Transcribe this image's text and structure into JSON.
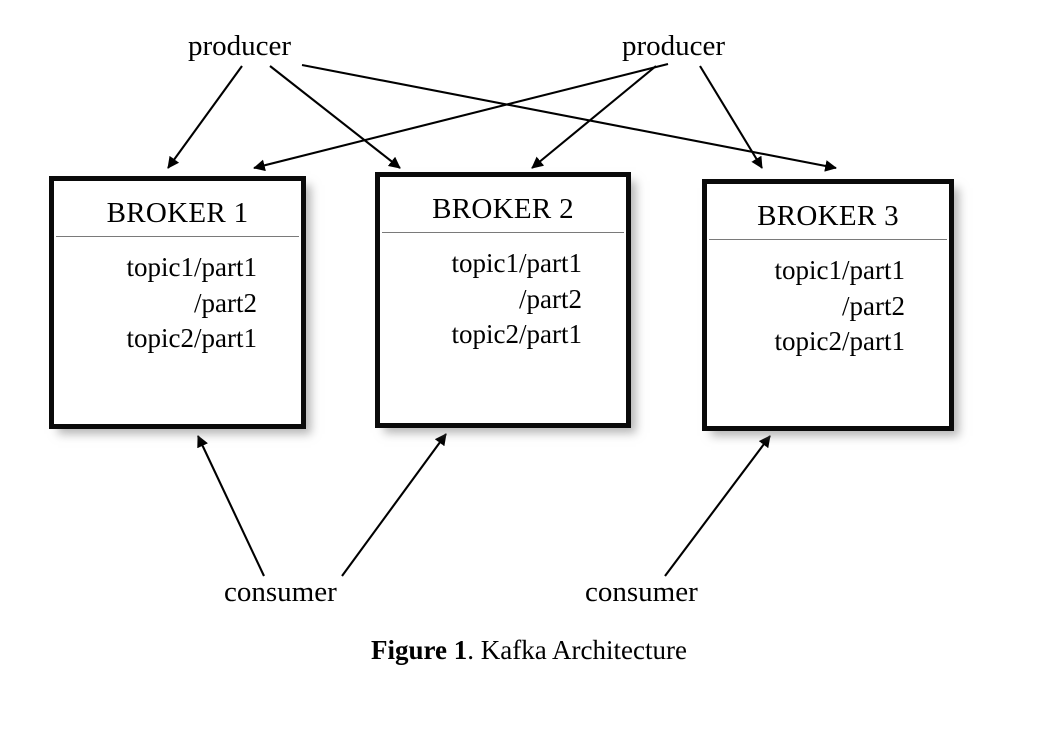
{
  "figure": {
    "caption_bold": "Figure 1",
    "caption_rest": ". Kafka Architecture"
  },
  "colors": {
    "background": "#ffffff",
    "box_border": "#0a0a0a",
    "box_fill": "#ffffff",
    "divider": "#7a7a7a",
    "edge": "#000000",
    "shadow": "rgba(120,120,120,0.55)",
    "text": "#000000"
  },
  "producers": [
    {
      "label": "producer"
    },
    {
      "label": "producer"
    }
  ],
  "consumers": [
    {
      "label": "consumer"
    },
    {
      "label": "consumer"
    }
  ],
  "brokers": [
    {
      "title": "BROKER 1",
      "partitions": [
        "topic1/part1",
        "/part2",
        "topic2/part1"
      ]
    },
    {
      "title": "BROKER 2",
      "partitions": [
        "topic1/part1",
        "/part2",
        "topic2/part1"
      ]
    },
    {
      "title": "BROKER 3",
      "partitions": [
        "topic1/part1",
        "/part2",
        "topic2/part1"
      ]
    }
  ],
  "edges": [
    {
      "from": "producer-1",
      "to": "broker-1"
    },
    {
      "from": "producer-1",
      "to": "broker-2"
    },
    {
      "from": "producer-1",
      "to": "broker-3"
    },
    {
      "from": "producer-2",
      "to": "broker-1"
    },
    {
      "from": "producer-2",
      "to": "broker-2"
    },
    {
      "from": "producer-2",
      "to": "broker-3"
    },
    {
      "from": "consumer-1",
      "to": "broker-1"
    },
    {
      "from": "consumer-1",
      "to": "broker-2"
    },
    {
      "from": "consumer-2",
      "to": "broker-3"
    }
  ]
}
